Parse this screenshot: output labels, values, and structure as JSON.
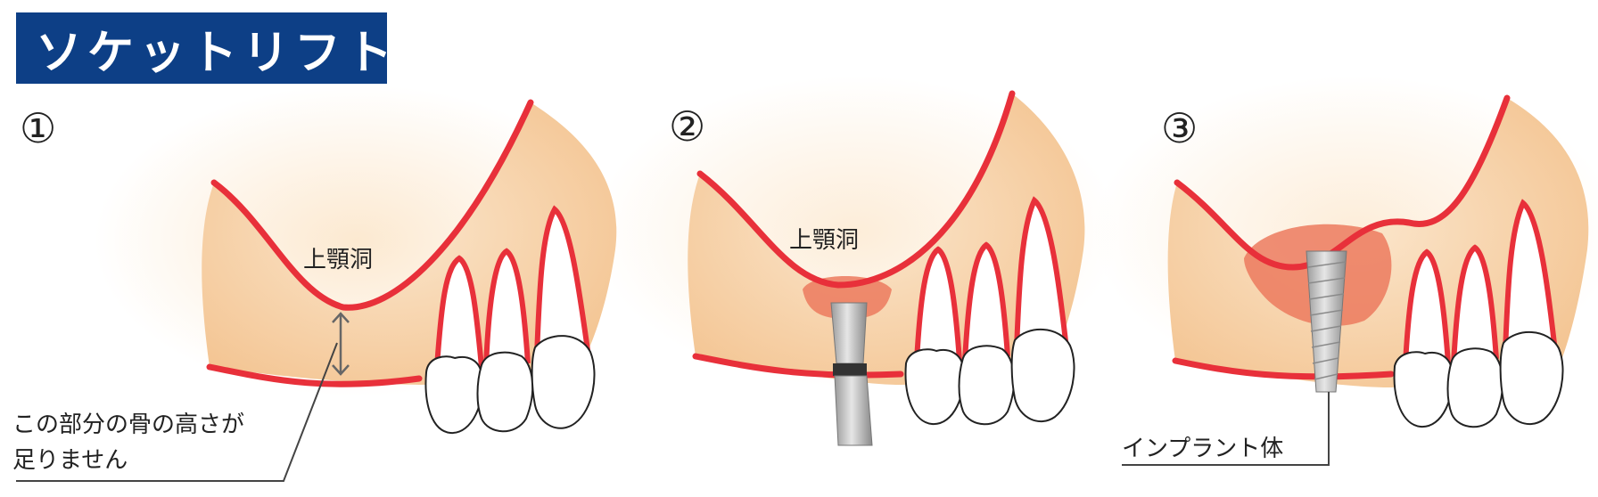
{
  "title": "ソケットリフト",
  "steps": [
    {
      "number": "①",
      "sinus_label": "上顎洞",
      "callout": [
        "この部分の骨の高さが",
        "足りません"
      ]
    },
    {
      "number": "②",
      "sinus_label": "上顎洞"
    },
    {
      "number": "③",
      "implant_label": "インプラント体"
    }
  ],
  "colors": {
    "title_bg": "#0d3f86",
    "bone_fill": "#f8d9b0",
    "bone_outline": "#e8303a",
    "lifted_membrane": "#ec7a5e",
    "implant": "#bdbdbd"
  }
}
